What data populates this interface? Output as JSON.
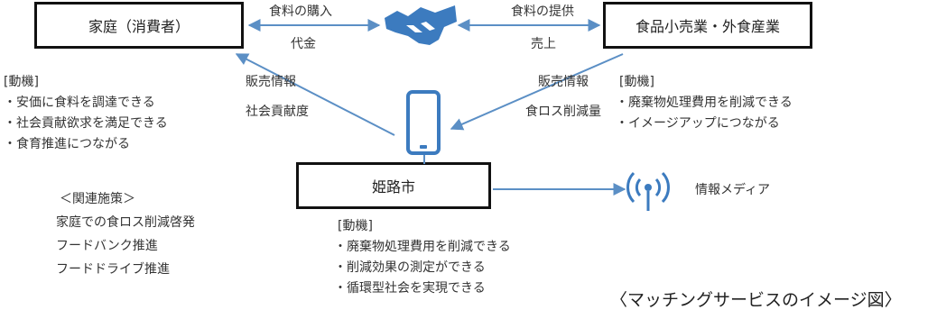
{
  "nodes": {
    "household": "家庭（消費者）",
    "industry": "食品小売業・外食産業",
    "city": "姫路市"
  },
  "edges": {
    "purchase": "食料の購入",
    "payment": "代金",
    "supply": "食料の提供",
    "sales": "売上",
    "left_info_1": "販売情報",
    "left_info_2": "社会貢献度",
    "right_info_1": "販売情報",
    "right_info_2": "食ロス削減量"
  },
  "household_motives": {
    "heading": "[動機]",
    "items": [
      "・安価に食料を調達できる",
      "・社会貢献欲求を満足できる",
      "・食育推進につながる"
    ]
  },
  "related_policies": {
    "heading": "＜関連施策＞",
    "items": [
      "家庭での食ロス削減啓発",
      "フードバンク推進",
      "フードドライブ推進"
    ]
  },
  "industry_motives": {
    "heading": "[動機]",
    "items": [
      "・廃棄物処理費用を削減できる",
      "・イメージアップにつながる"
    ]
  },
  "city_motives": {
    "heading": "[動機]",
    "items": [
      "・廃棄物処理費用を削減できる",
      "・削減効果の測定ができる",
      "・循環型社会を実現できる"
    ]
  },
  "media_label": "情報メディア",
  "caption": "〈マッチングサービスのイメージ図〉",
  "colors": {
    "arrow": "#5b8fc5",
    "icon": "#3c7bbf",
    "box_border": "#111111"
  },
  "icons": [
    "handshake-icon",
    "smartphone-icon",
    "antenna-icon"
  ]
}
